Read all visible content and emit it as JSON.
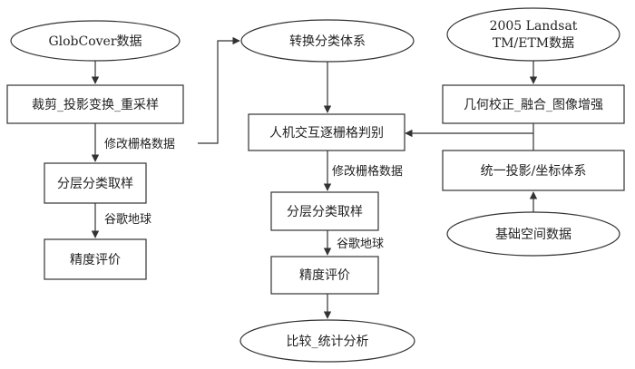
{
  "nodes": {
    "globcover": "GlobCover数据",
    "landsat_line1": "2005 Landsat",
    "landsat_line2": "TM/ETM数据",
    "crop_project_resample": "裁剪_投影变换_重采样",
    "conversion_system": "转换分类体系",
    "geometric_fusion_enhance": "几何校正_融合_图像增强",
    "human_interpretation": "人机交互逐栅格判别",
    "unified_projection": "统一投影/坐标体系",
    "base_spatial_data": "基础空间数据",
    "left_sampling": "分层分类取样",
    "left_accuracy": "精度评价",
    "mid_sampling": "分层分类取样",
    "mid_accuracy": "精度评价",
    "compare_stats": "比较_统计分析"
  },
  "edge_labels": {
    "left_modify_raster": "修改栅格数据",
    "left_google_earth": "谷歌地球",
    "mid_modify_raster": "修改栅格数据",
    "mid_google_earth": "谷歌地球"
  }
}
